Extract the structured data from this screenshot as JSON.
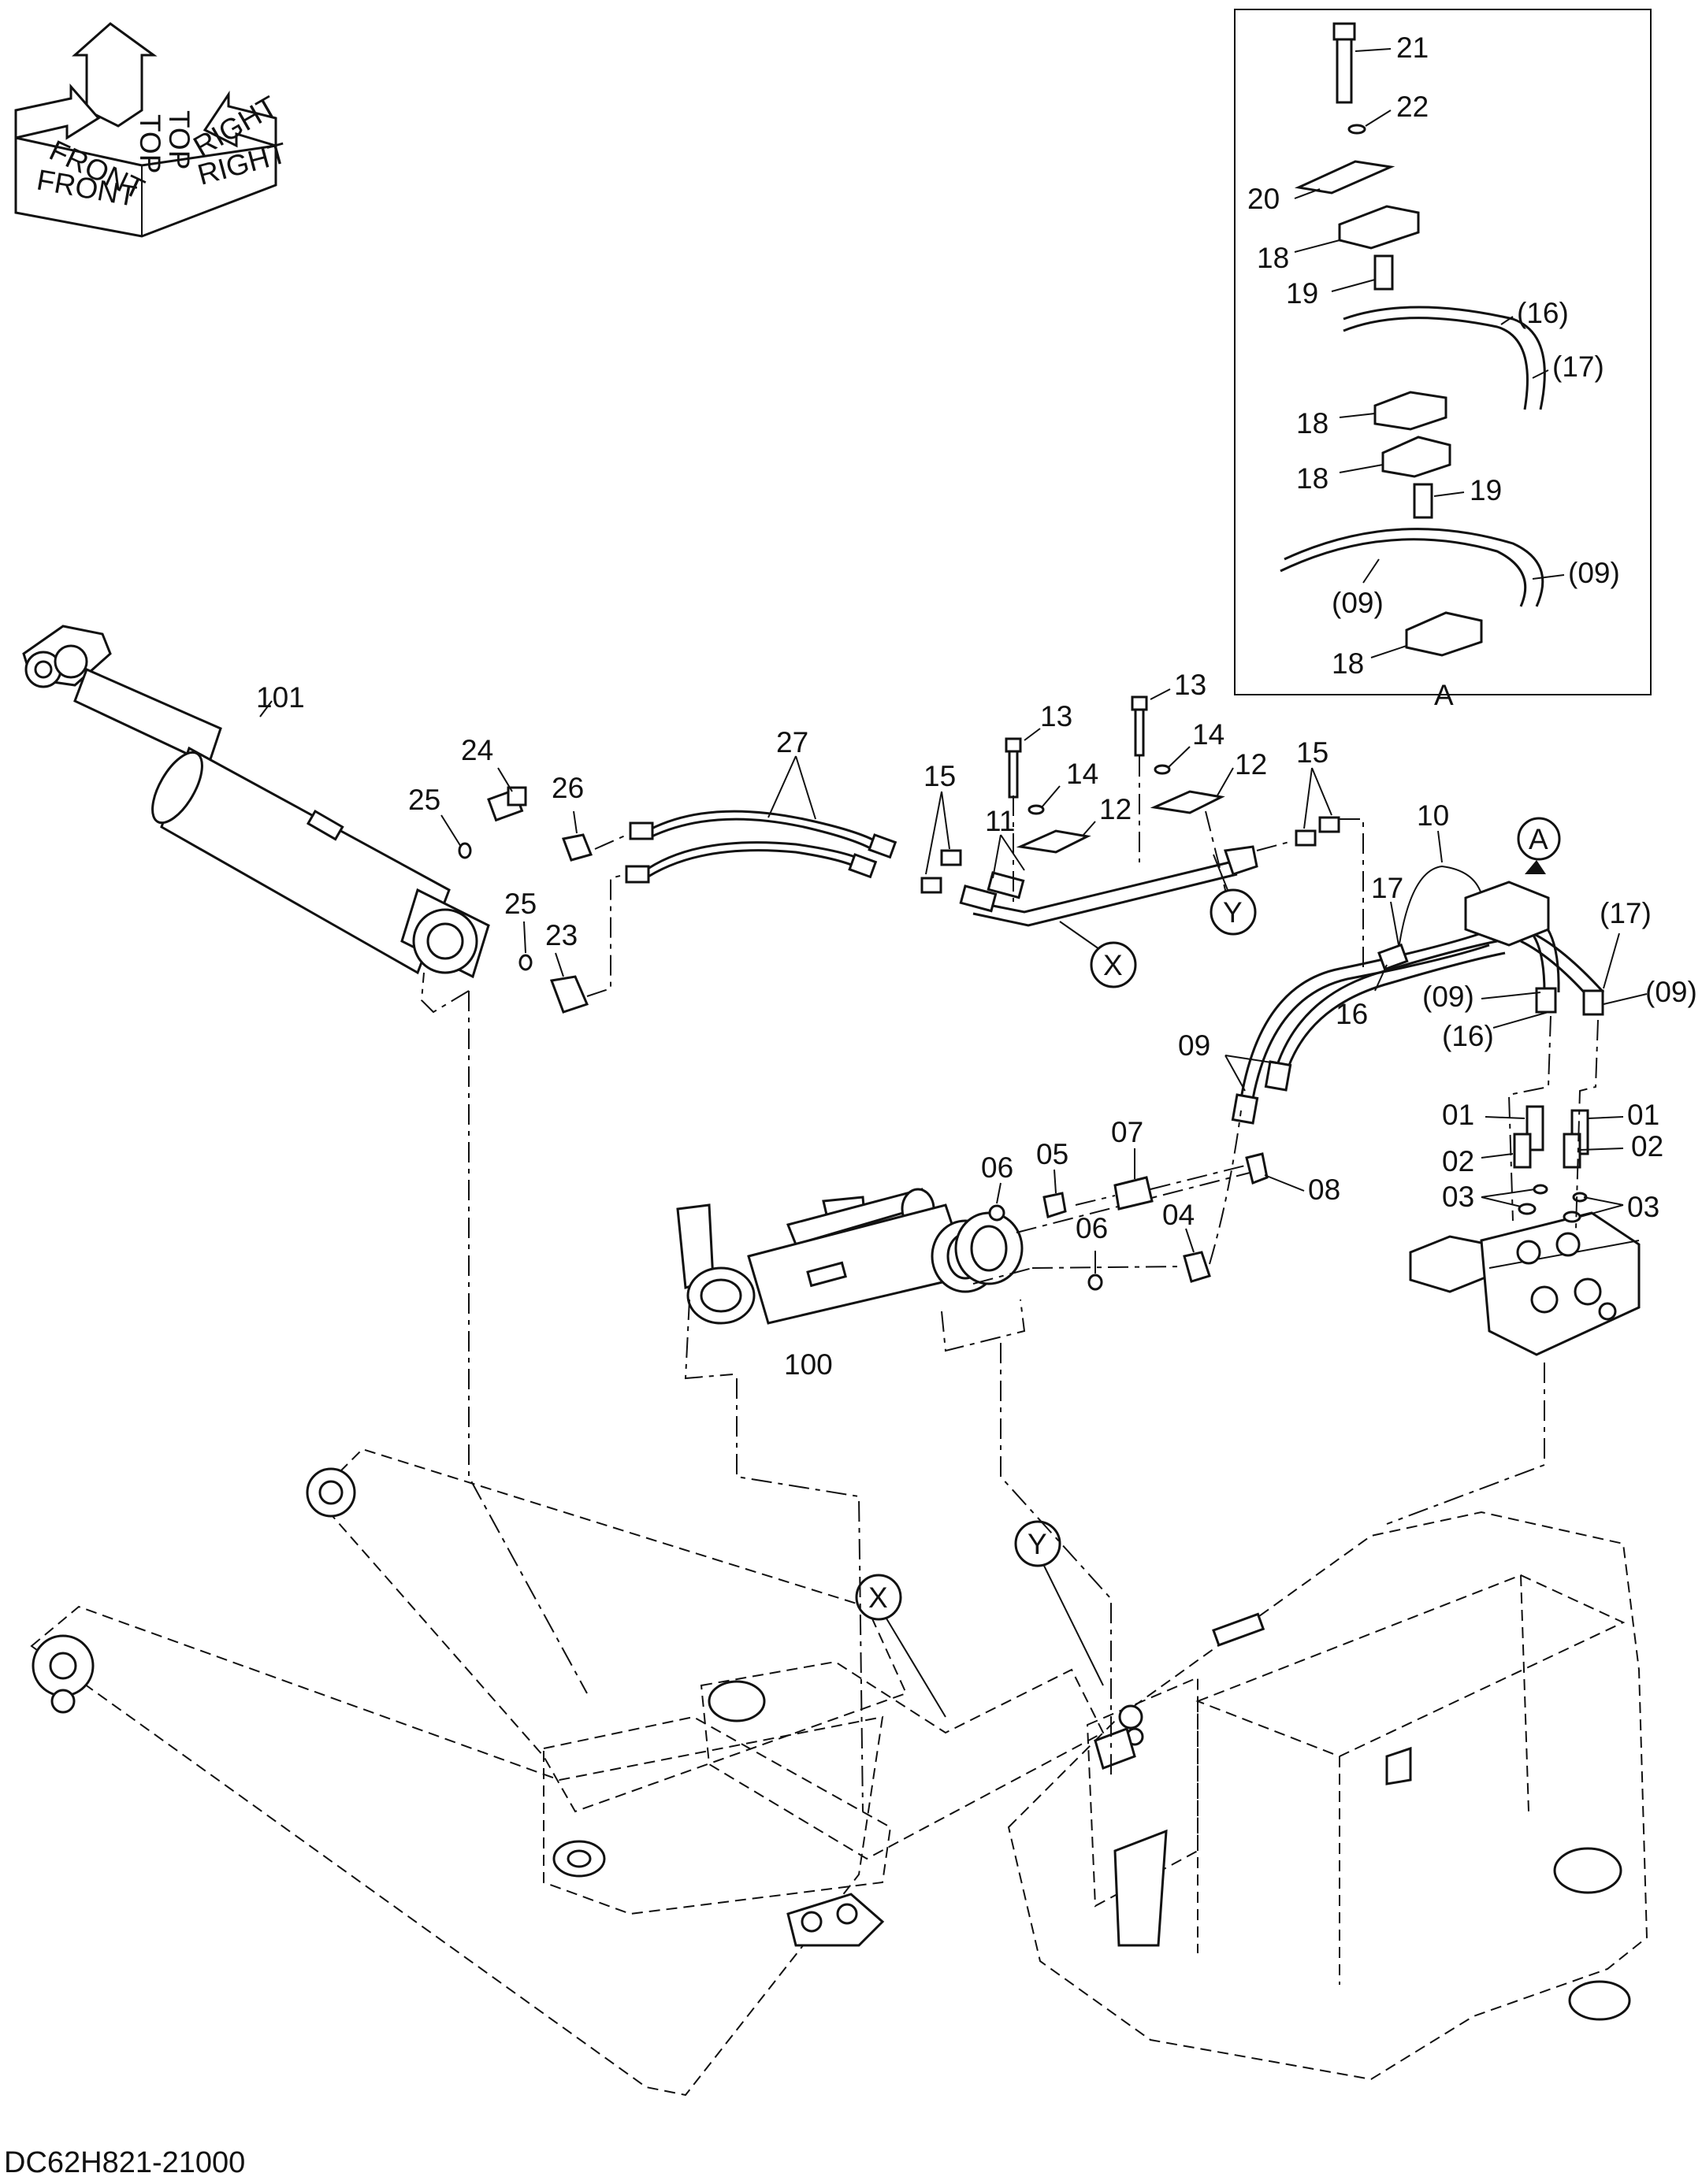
{
  "drawing_code": "DC62H821-21000",
  "orientation": {
    "front": "FRONT",
    "top": "TOP",
    "right": "RIGHT"
  },
  "detail": {
    "frame_label": "A",
    "labels": {
      "l21": "21",
      "l22": "22",
      "l20": "20",
      "l18a": "18",
      "l19a": "19",
      "l16": "(16)",
      "l17": "(17)",
      "l18b": "18",
      "l18c": "18",
      "l19b": "19",
      "l09a": "(09)",
      "l09b": "(09)",
      "l18d": "18"
    }
  },
  "callouts": {
    "A": "A",
    "X": "X",
    "Y": "Y"
  },
  "labels": {
    "p101": "101",
    "p24": "24",
    "p25a": "25",
    "p26": "26",
    "p25b": "25",
    "p23": "23",
    "p27": "27",
    "p15a": "15",
    "p11": "11",
    "p13a": "13",
    "p14a": "14",
    "p12a": "12",
    "p13b": "13",
    "p14b": "14",
    "p12b": "12",
    "p15b": "15",
    "p10": "10",
    "p17": "17",
    "p17b": "(17)",
    "p16": "16",
    "p09p1": "(09)",
    "p16p": "(16)",
    "p09p2": "(09)",
    "p09": "09",
    "p07": "07",
    "p06a": "06",
    "p05": "05",
    "p08": "08",
    "p06b": "06",
    "p04": "04",
    "p100": "100",
    "p01a": "01",
    "p01b": "01",
    "p02a": "02",
    "p02b": "02",
    "p03a": "03",
    "p03b": "03"
  }
}
